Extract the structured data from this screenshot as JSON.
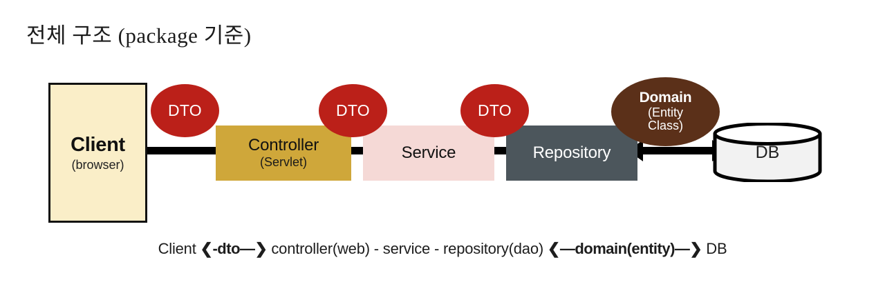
{
  "title": "전체 구조 (package 기준)",
  "diagram": {
    "type": "flow-architecture",
    "nodes": [
      {
        "id": "client",
        "shape": "rectangle",
        "title": "Client",
        "subtitle": "(browser)",
        "fill": "#faeec8",
        "stroke": "#111111",
        "text_color": "#111111"
      },
      {
        "id": "controller",
        "shape": "rectangle",
        "title": "Controller",
        "subtitle": "(Servlet)",
        "fill": "#cfa73a",
        "text_color": "#111111"
      },
      {
        "id": "service",
        "shape": "rectangle",
        "title": "Service",
        "subtitle": "",
        "fill": "#f5d9d6",
        "text_color": "#111111"
      },
      {
        "id": "repository",
        "shape": "rectangle",
        "title": "Repository",
        "subtitle": "",
        "fill": "#4c565c",
        "text_color": "#ffffff"
      },
      {
        "id": "db",
        "shape": "cylinder",
        "title": "DB",
        "subtitle": "",
        "fill": "#f2f2f2",
        "stroke": "#000000",
        "text_color": "#222222"
      }
    ],
    "badges": [
      {
        "id": "dto-1",
        "shape": "ellipse",
        "label": "DTO",
        "fill": "#bb2019",
        "text_color": "#ffffff"
      },
      {
        "id": "dto-2",
        "shape": "ellipse",
        "label": "DTO",
        "fill": "#bb2019",
        "text_color": "#ffffff"
      },
      {
        "id": "dto-3",
        "shape": "ellipse",
        "label": "DTO",
        "fill": "#bb2019",
        "text_color": "#ffffff"
      },
      {
        "id": "domain",
        "shape": "ellipse",
        "label": "Domain",
        "sub_line_1": "(Entity",
        "sub_line_2": "Class)",
        "fill": "#5b3019",
        "text_color": "#ffffff"
      }
    ],
    "connectors": [
      {
        "id": "client-controller",
        "from": "client",
        "to": "controller",
        "style": "double-arrow",
        "color": "#000000"
      },
      {
        "id": "controller-service",
        "from": "controller",
        "to": "service",
        "style": "double-arrow",
        "color": "#000000"
      },
      {
        "id": "service-repository",
        "from": "service",
        "to": "repository",
        "style": "double-arrow",
        "color": "#000000"
      },
      {
        "id": "repository-db",
        "from": "repository",
        "to": "db",
        "style": "double-arrow",
        "color": "#000000"
      }
    ]
  },
  "caption": {
    "part_1": "Client ",
    "emphasis_1": "❮-dto—❯",
    "part_2": " controller(web) - service - repository(dao) ",
    "emphasis_2": "❮—domain(entity)—❯",
    "part_3": " DB"
  }
}
